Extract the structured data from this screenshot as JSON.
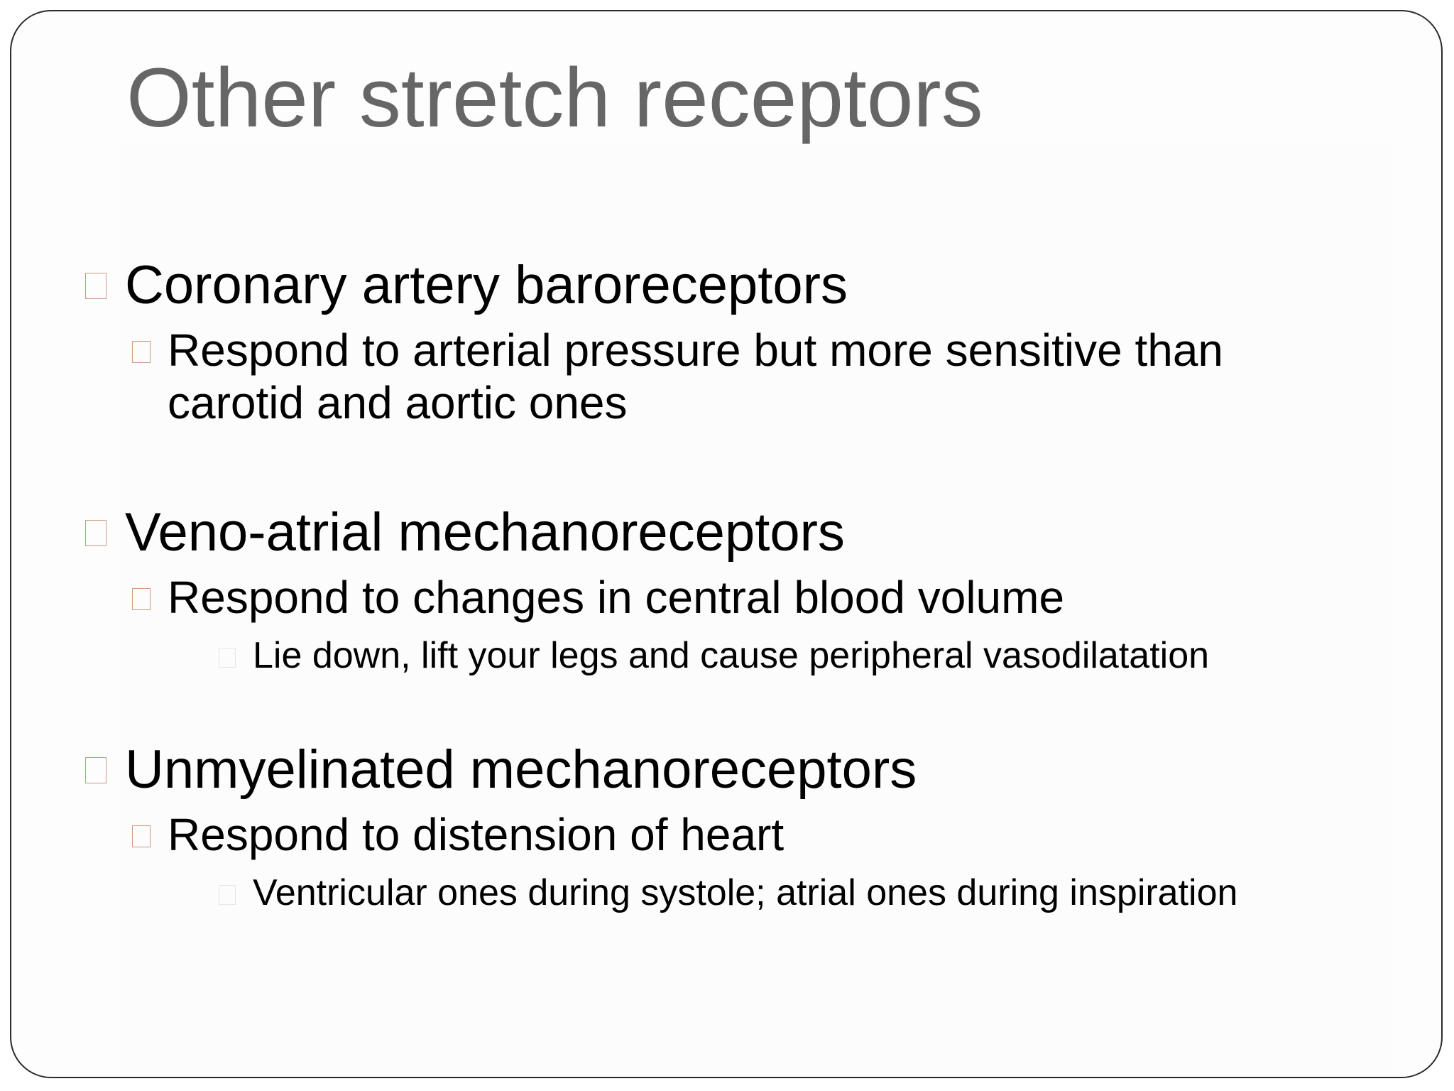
{
  "slide": {
    "title": "Other stretch receptors",
    "items": [
      {
        "level": 1,
        "text": "Coronary artery baroreceptors"
      },
      {
        "level": 2,
        "text": "Respond to arterial pressure but more sensitive than"
      },
      {
        "level": 2,
        "text": "carotid and aortic ones",
        "continuation": true
      },
      {
        "level": 1,
        "text": "Veno-atrial mechanoreceptors"
      },
      {
        "level": 2,
        "text": "Respond to changes in central blood volume"
      },
      {
        "level": 3,
        "text": "Lie down, lift your legs and cause peripheral vasodilatation"
      },
      {
        "level": 1,
        "text": "Unmyelinated mechanoreceptors"
      },
      {
        "level": 2,
        "text": "Respond to distension of heart"
      },
      {
        "level": 3,
        "text": "Ventricular ones during systole; atrial ones during inspiration"
      }
    ]
  }
}
